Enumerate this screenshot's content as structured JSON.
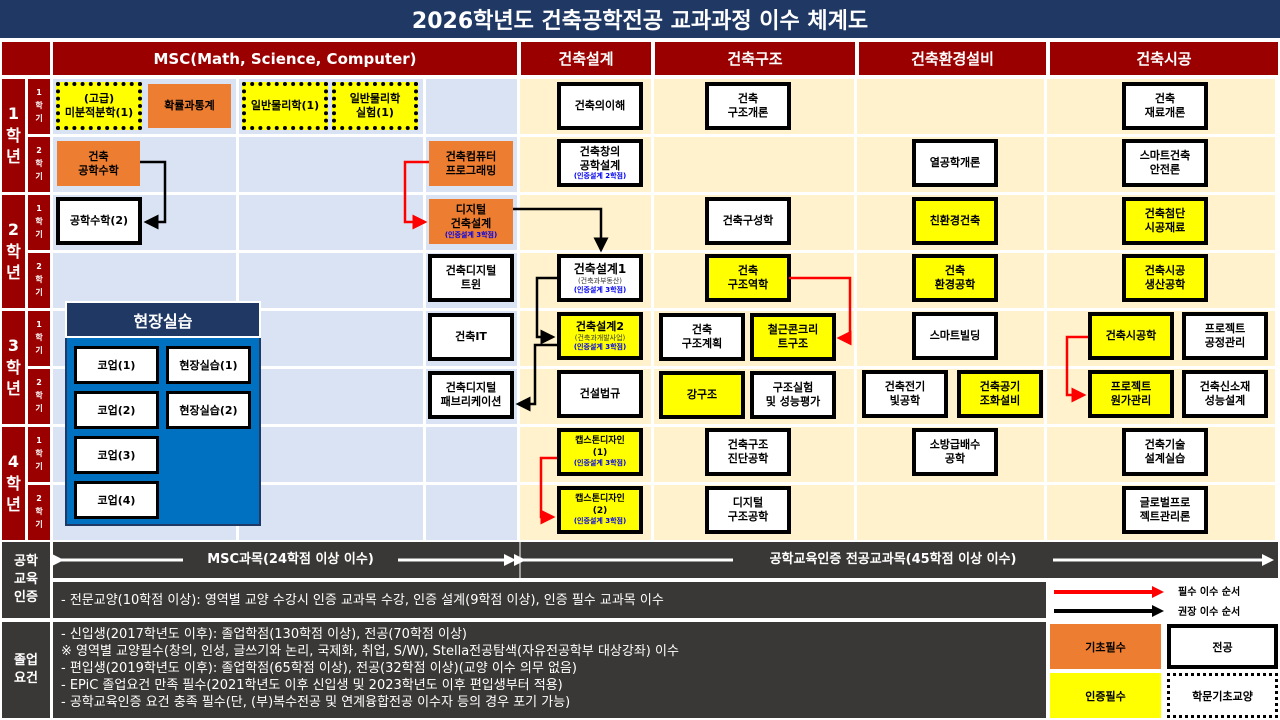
{
  "title": "2026학년도 건축공학전공 교과과정 이수 체계도",
  "headers": {
    "msc": "MSC(Math, Science, Computer)",
    "design": "건축설계",
    "structure": "건축구조",
    "environment": "건축환경설비",
    "construction": "건축시공"
  },
  "years": [
    "1\n학\n년",
    "2\n학\n년",
    "3\n학\n년",
    "4\n학\n년"
  ],
  "semesters": [
    "1\n학\n기",
    "2\n학\n기"
  ],
  "msc": {
    "calc1": "(고급)\n미분적분학(1)",
    "prob": "확률과통계",
    "phys1": "일반물리학(1)",
    "physlab1": "일반물리학\n실험(1)",
    "engmath": "건축\n공학수학",
    "compprog": "건축컴퓨터\n프로그래밍",
    "engmath2": "공학수학(2)",
    "digitaldesign": "디지털\n건축설계",
    "digitaldesign_sub": "(인증설계 3학점)",
    "twin": "건축디지털\n트윈",
    "it": "건축IT",
    "fab": "건축디지털\n패브리케이션"
  },
  "field": {
    "title": "현장실습",
    "items": [
      "코업(1)",
      "현장실습(1)",
      "코업(2)",
      "현장실습(2)",
      "코업(3)",
      "코업(4)"
    ]
  },
  "design": {
    "intro": "건축의이해",
    "creative": "건축창의\n공학설계",
    "creative_sub": "(인증설계 2학점)",
    "d1": "건축설계1",
    "d1_sub": "(건축과부동산)",
    "d1_sub2": "(인증설계 3학점)",
    "d2": "건축설계2",
    "d2_sub": "(건축과개발사업)",
    "d2_sub2": "(인증설계 3학점)",
    "law": "건설법규",
    "cap1": "캡스톤디자인\n(1)",
    "cap1_sub": "(인증설계 3학점)",
    "cap2": "캡스톤디자인\n(2)",
    "cap2_sub": "(인증설계 3학점)"
  },
  "structure": {
    "intro": "건축\n구조개론",
    "comp": "건축구성학",
    "mech": "건축\n구조역학",
    "plan": "건축\n구조계획",
    "rc": "철근콘크리\n트구조",
    "steel": "강구조",
    "test": "구조실험\n및 성능평가",
    "diag": "건축구조\n진단공학",
    "digital": "디지털\n구조공학"
  },
  "environment": {
    "thermo": "열공학개론",
    "eco": "친환경건축",
    "env": "건축\n환경공학",
    "smart": "스마트빌딩",
    "light": "건축전기\n빛공학",
    "hvac": "건축공기\n조화설비",
    "fire": "소방급배수\n공학"
  },
  "construction": {
    "material": "건축\n재료개론",
    "safety": "스마트건축\n안전론",
    "adv": "건축첨단\n시공재료",
    "prod": "건축시공\n생산공학",
    "const": "건축시공학",
    "sched": "프로젝트\n공정관리",
    "cost": "프로젝트\n원가관리",
    "newmat": "건축신소재\n성능설계",
    "practice": "건축기술\n설계실습",
    "global": "글로벌프로\n젝트관리론"
  },
  "cert": {
    "label": "공학\n교육\n인증",
    "msc_range": "MSC과목(24학점 이상 이수)",
    "major_range": "공학교육인증 전공교과목(45학점 이상 이수)",
    "note": "- 전문교양(10학점 이상): 영역별 교양 수강시 인증 교과목 수강, 인증 설계(9학점 이상), 인증 필수 교과목 이수"
  },
  "grad": {
    "label": "졸업\n요건",
    "lines": [
      "- 신입생(2017학년도 이후): 졸업학점(130학점 이상), 전공(70학점 이상)",
      "※ 영역별 교양필수(창의, 인성, 글쓰기와 논리, 국제화, 취업, S/W), Stella전공탐색(자유전공학부 대상강좌) 이수",
      "- 편입생(2019학년도 이후): 졸업학점(65학점 이상), 전공(32학점 이상)(교양 이수 의무 없음)",
      "- EPiC 졸업요건 만족 필수(2021학년도 이후 신입생 및 2023학년도 이후 편입생부터 적용)",
      "- 공학교육인증 요건 충족 필수(단, (부)복수전공 및 연계융합전공 이수자 등의 경우 포기 가능)"
    ]
  },
  "legend": {
    "required_order": "필수 이수 순서",
    "recommended_order": "권장 이수 순서",
    "basic_required": "기초필수",
    "major": "전공",
    "cert_required": "인증필수",
    "general_basic": "학문기초교양",
    "colors": {
      "orange": "#ed7d31",
      "yellow": "#ffff00",
      "red": "#ff0000",
      "navy": "#1f3864",
      "maroon": "#9b0000"
    }
  }
}
